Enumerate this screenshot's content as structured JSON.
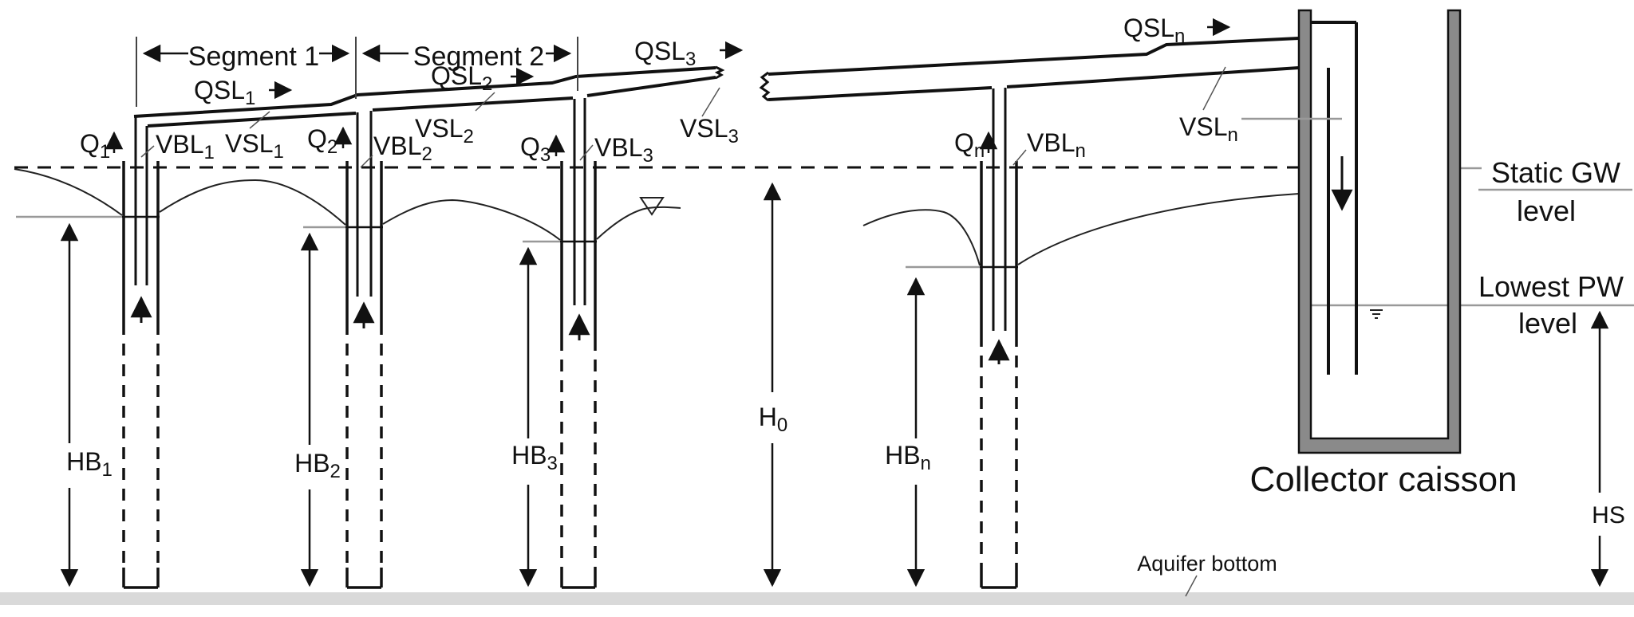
{
  "labels": {
    "segment1": "Segment 1",
    "segment2": "Segment 2",
    "qsl": [
      {
        "base": "QSL",
        "sub": "1"
      },
      {
        "base": "QSL",
        "sub": "2"
      },
      {
        "base": "QSL",
        "sub": "3"
      },
      {
        "base": "QSL",
        "sub": "n"
      }
    ],
    "vsl": [
      {
        "base": "VSL",
        "sub": "1"
      },
      {
        "base": "VSL",
        "sub": "2"
      },
      {
        "base": "VSL",
        "sub": "3"
      },
      {
        "base": "VSL",
        "sub": "n"
      }
    ],
    "vbl": [
      {
        "base": "VBL",
        "sub": "1"
      },
      {
        "base": "VBL",
        "sub": "2"
      },
      {
        "base": "VBL",
        "sub": "3"
      },
      {
        "base": "VBL",
        "sub": "n"
      }
    ],
    "q": [
      {
        "base": "Q",
        "sub": "1"
      },
      {
        "base": "Q",
        "sub": "2"
      },
      {
        "base": "Q",
        "sub": "3"
      },
      {
        "base": "Q",
        "sub": "n"
      }
    ],
    "hb": [
      {
        "base": "HB",
        "sub": "1"
      },
      {
        "base": "HB",
        "sub": "2"
      },
      {
        "base": "HB",
        "sub": "3"
      },
      {
        "base": "HB",
        "sub": "n"
      }
    ],
    "h0": {
      "base": "H",
      "sub": "0"
    },
    "hs": "HS",
    "static_gw_line1": "Static GW",
    "static_gw_line2": "level",
    "lowest_pw_line1": "Lowest PW",
    "lowest_pw_line2": "level",
    "collector_caisson": "Collector caisson",
    "aquifer_bottom": "Aquifer bottom"
  },
  "colors": {
    "line": "#111111",
    "caisson_fill": "#8a8a8a",
    "aquifer_fill": "#d9d9d9",
    "water_line_gray": "#999999",
    "background": "#ffffff"
  }
}
